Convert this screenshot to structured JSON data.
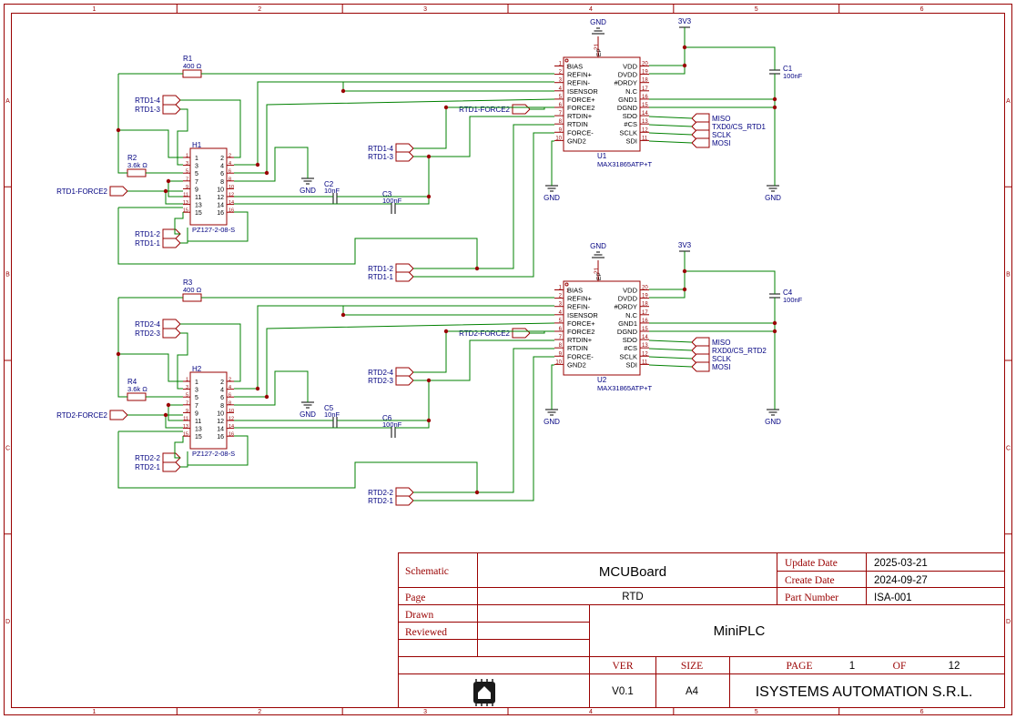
{
  "colors": {
    "border": "#990000",
    "wire": "#008000",
    "component": "#990000",
    "label": "#000080",
    "junction": "#990000",
    "titletext": "#000000"
  },
  "frame": {
    "cols": [
      "1",
      "2",
      "3",
      "4",
      "5",
      "6"
    ],
    "rows": [
      "A",
      "B",
      "C",
      "D"
    ]
  },
  "ch1": {
    "r1": {
      "ref": "R1",
      "val": "400 Ω"
    },
    "r2": {
      "ref": "R2",
      "val": "3.6k Ω"
    },
    "h": {
      "ref": "H1",
      "part": "PZ127-2-08-S"
    },
    "c2": {
      "ref": "C2",
      "val": "10nF"
    },
    "c3": {
      "ref": "C3",
      "val": "100nF"
    },
    "c1": {
      "ref": "C1",
      "val": "100nF"
    },
    "u": {
      "ref": "U1",
      "part": "MAX31865ATP+T"
    },
    "nets": {
      "rtd4": "RTD1-4",
      "rtd3": "RTD1-3",
      "rtd2": "RTD1-2",
      "rtd1": "RTD1-1",
      "force2": "RTD1-FORCE2",
      "cs": "TXD0/CS_RTD1"
    }
  },
  "ch2": {
    "r1": {
      "ref": "R3",
      "val": "400 Ω"
    },
    "r2": {
      "ref": "R4",
      "val": "3.6k Ω"
    },
    "h": {
      "ref": "H2",
      "part": "PZ127-2-08-S"
    },
    "c2": {
      "ref": "C5",
      "val": "10nF"
    },
    "c3": {
      "ref": "C6",
      "val": "100nF"
    },
    "c1": {
      "ref": "C4",
      "val": "100nF"
    },
    "u": {
      "ref": "U2",
      "part": "MAX31865ATP+T"
    },
    "nets": {
      "rtd4": "RTD2-4",
      "rtd3": "RTD2-3",
      "rtd2": "RTD2-2",
      "rtd1": "RTD2-1",
      "force2": "RTD2-FORCE2",
      "cs": "RXD0/CS_RTD2"
    }
  },
  "common": {
    "gnd": "GND",
    "v33": "3V3",
    "miso": "MISO",
    "sclk": "SCLK",
    "mosi": "MOSI",
    "pin1": "1",
    "ep_pin": "21",
    "ep": "EP"
  },
  "ic_pins_left": [
    {
      "num": "1",
      "name": "BIAS"
    },
    {
      "num": "2",
      "name": "REFIN+"
    },
    {
      "num": "3",
      "name": "REFIN-"
    },
    {
      "num": "4",
      "name": "ISENSOR"
    },
    {
      "num": "5",
      "name": "FORCE+"
    },
    {
      "num": "6",
      "name": "FORCE2"
    },
    {
      "num": "7",
      "name": "RTDIN+"
    },
    {
      "num": "8",
      "name": "RTDIN"
    },
    {
      "num": "9",
      "name": "FORCE-"
    },
    {
      "num": "10",
      "name": "GND2"
    }
  ],
  "ic_pins_right": [
    {
      "num": "20",
      "name": "VDD"
    },
    {
      "num": "19",
      "name": "DVDD"
    },
    {
      "num": "18",
      "name": "#DRDY"
    },
    {
      "num": "17",
      "name": "N.C"
    },
    {
      "num": "16",
      "name": "GND1"
    },
    {
      "num": "15",
      "name": "DGND"
    },
    {
      "num": "14",
      "name": "SDO"
    },
    {
      "num": "13",
      "name": "#CS"
    },
    {
      "num": "12",
      "name": "SCLK"
    },
    {
      "num": "11",
      "name": "SDI"
    }
  ],
  "header_pins_left": [
    "1",
    "3",
    "5",
    "7",
    "9",
    "11",
    "13",
    "15"
  ],
  "header_pins_right": [
    "2",
    "4",
    "6",
    "8",
    "10",
    "12",
    "14",
    "16"
  ],
  "title_block": {
    "schematic_label": "Schematic",
    "schematic_value": "MCUBoard",
    "page_label": "Page",
    "page_value": "RTD",
    "drawn_label": "Drawn",
    "reviewed_label": "Reviewed",
    "project": "MiniPLC",
    "update_label": "Update Date",
    "update_value": "2025-03-21",
    "create_label": "Create Date",
    "create_value": "2024-09-27",
    "partno_label": "Part Number",
    "partno_value": "ISA-001",
    "ver_label": "VER",
    "ver_value": "V0.1",
    "size_label": "SIZE",
    "size_value": "A4",
    "pageno_label": "PAGE",
    "pageno_value": "1",
    "of_label": "OF",
    "of_value": "12",
    "company": "ISYSTEMS AUTOMATION S.R.L."
  }
}
